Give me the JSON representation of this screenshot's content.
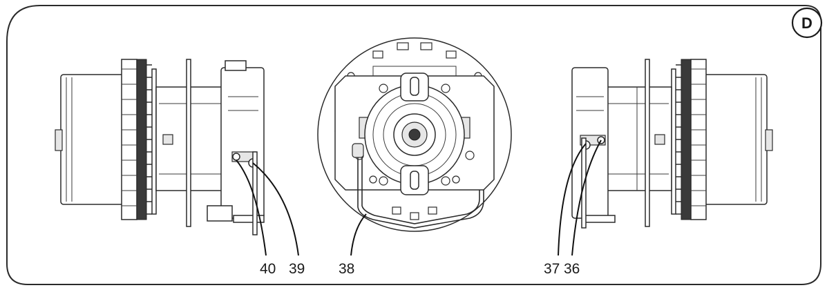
{
  "panel": {
    "letter": "D"
  },
  "callouts": [
    {
      "id": "c40",
      "label": "40"
    },
    {
      "id": "c39",
      "label": "39"
    },
    {
      "id": "c38",
      "label": "38"
    },
    {
      "id": "c37",
      "label": "37"
    },
    {
      "id": "c36",
      "label": "36"
    }
  ]
}
